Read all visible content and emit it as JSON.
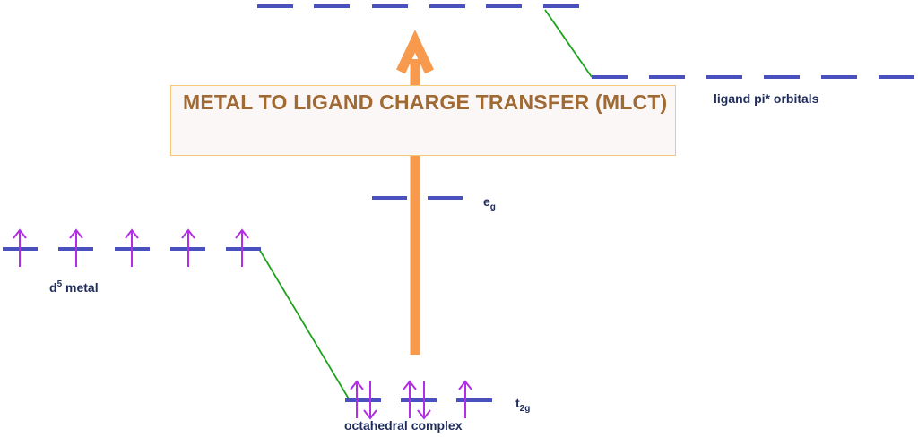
{
  "colors": {
    "orbital": "#4b50bf",
    "electron": "#b22ee6",
    "connector": "#1fa31f",
    "arrow": "#f79a4d",
    "text": "#1f2d5c",
    "title_text": "#a06a34",
    "box_border": "#f3c879"
  },
  "title": "METAL TO LIGAND CHARGE TRANSFER (MLCT)",
  "labels": {
    "ligand": "ligand pi* orbitals",
    "eg_main": "e",
    "eg_sub": "g",
    "metal_main": "d",
    "metal_sup": "5",
    "metal_rest": " metal",
    "t2g_main": "t",
    "t2g_sub": "2g",
    "complex": "octahedral complex"
  },
  "electron_counts": {
    "d5_metal": [
      "up",
      "up",
      "up",
      "up",
      "up"
    ],
    "t2g": [
      "paired",
      "paired",
      "up"
    ],
    "eg": [
      "empty",
      "empty"
    ],
    "ligand_pi_star": [
      "empty",
      "empty",
      "empty",
      "empty",
      "empty",
      "empty",
      "empty",
      "empty",
      "empty",
      "empty",
      "empty",
      "empty"
    ]
  }
}
